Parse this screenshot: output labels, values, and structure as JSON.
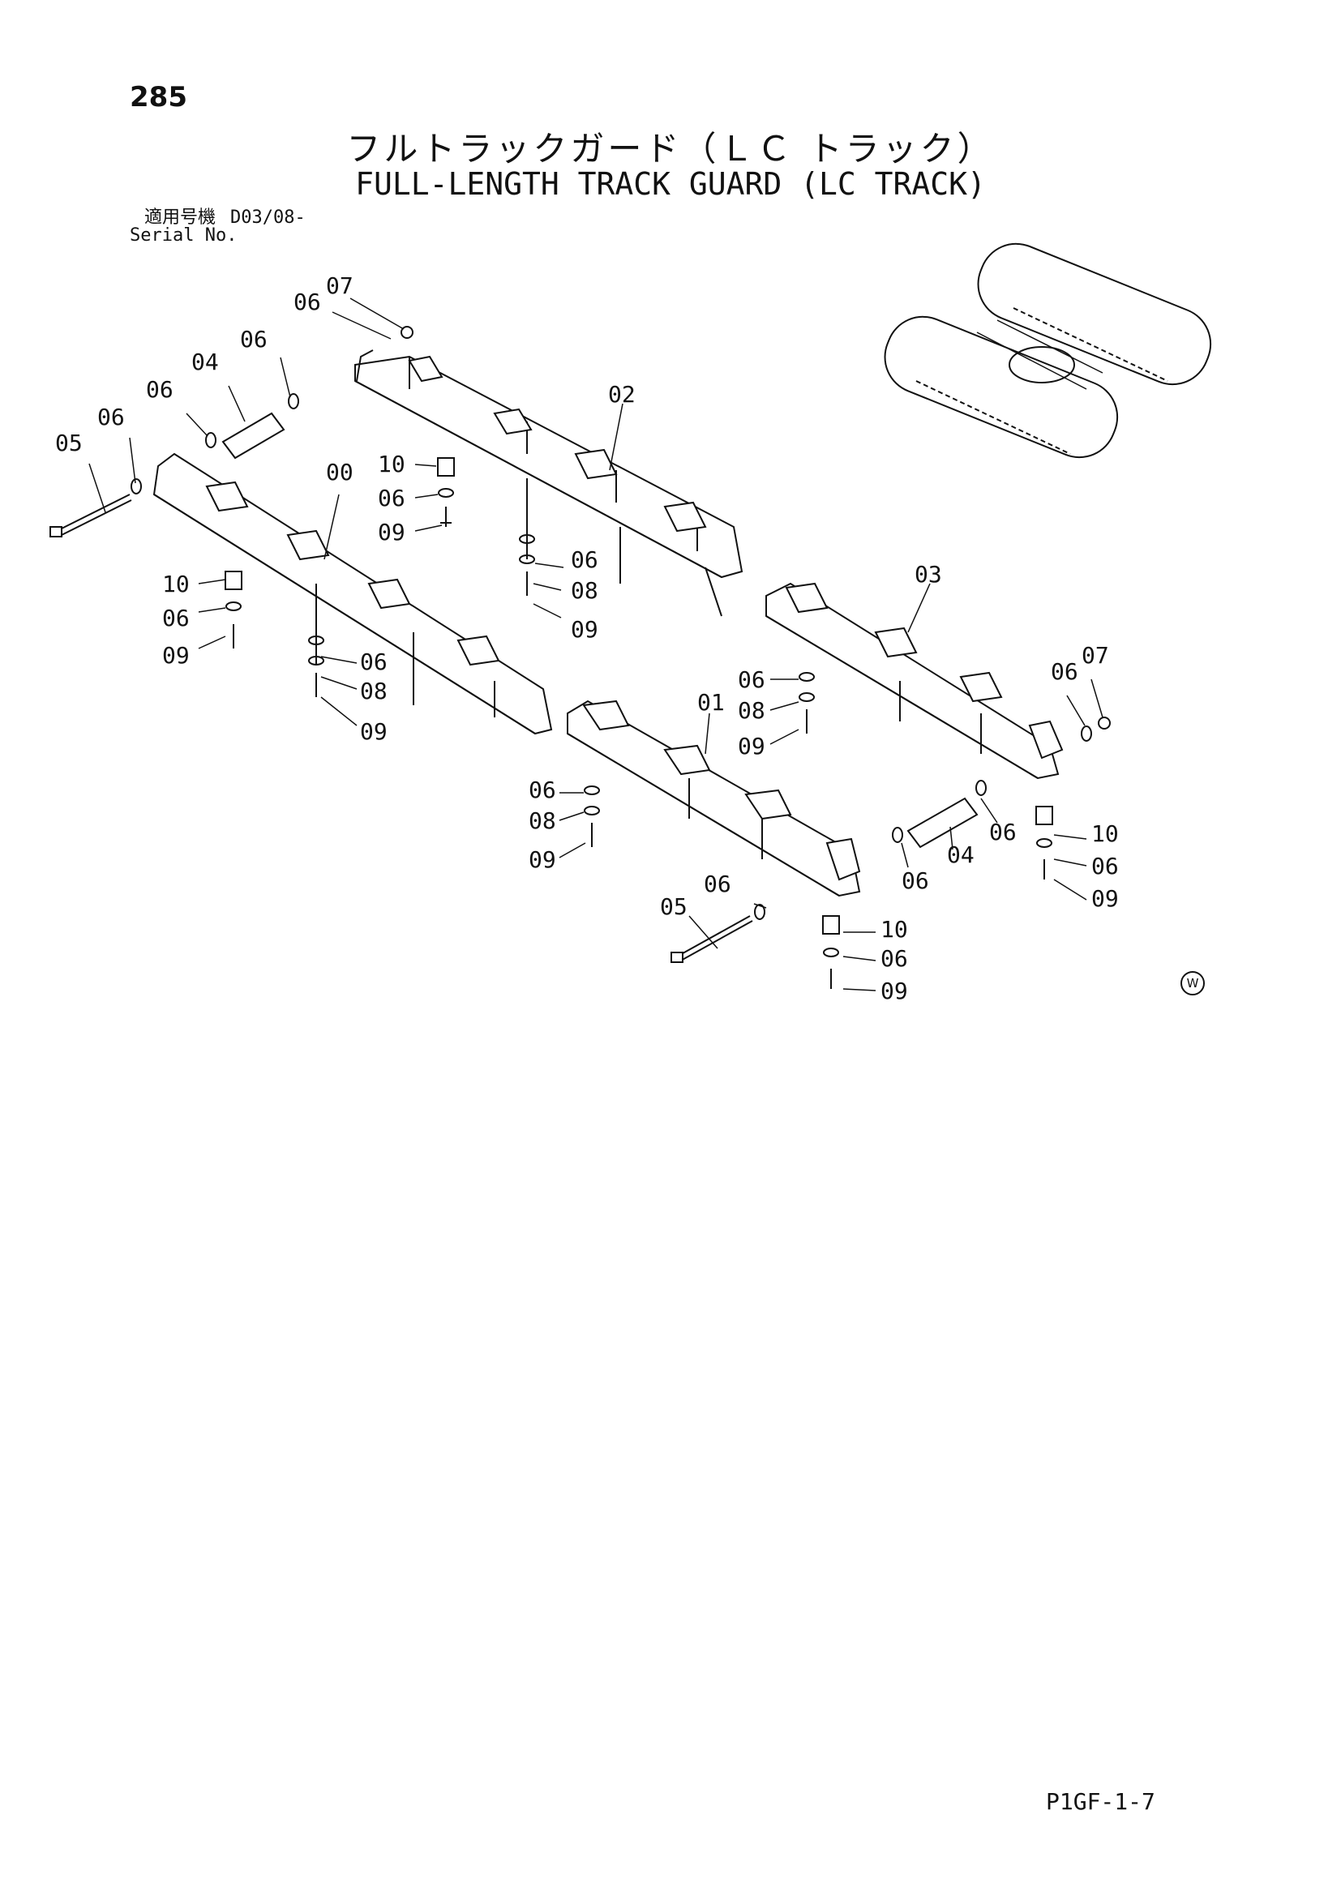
{
  "header": {
    "page_number": "285",
    "title_jp": "フルトラックガード（ＬＣ トラック）",
    "title_en": "FULL-LENGTH TRACK GUARD (LC TRACK)",
    "serial_label_jp": "適用号機",
    "serial_value": "D03/08-",
    "serial_label_en": "Serial No."
  },
  "callouts": {
    "top_07": "07",
    "top_06a": "06",
    "top_06b": "06",
    "top_04": "04",
    "top_06c": "06",
    "left_06": "06",
    "left_05": "05",
    "part_02": "02",
    "part_00": "00",
    "part_03": "03",
    "part_01": "01",
    "m10a": "10",
    "m06a": "06",
    "m09a": "09",
    "m06b": "06",
    "m08b": "08",
    "m09b": "09",
    "l10": "10",
    "l06": "06",
    "l09": "09",
    "c06": "06",
    "c08": "08",
    "c09": "09",
    "r06a": "06",
    "r08a": "08",
    "r09a": "09",
    "r06b": "06",
    "r07b": "07",
    "b06": "06",
    "b08": "08",
    "b09": "09",
    "rb06": "06",
    "rb04": "04",
    "rb06b": "06",
    "rr10": "10",
    "rr06": "06",
    "rr09": "09",
    "bb06": "06",
    "bb05": "05",
    "bc10": "10",
    "bc06": "06",
    "bc09": "09"
  },
  "footer": {
    "watermark": "W",
    "code": "P1GF-1-7"
  }
}
